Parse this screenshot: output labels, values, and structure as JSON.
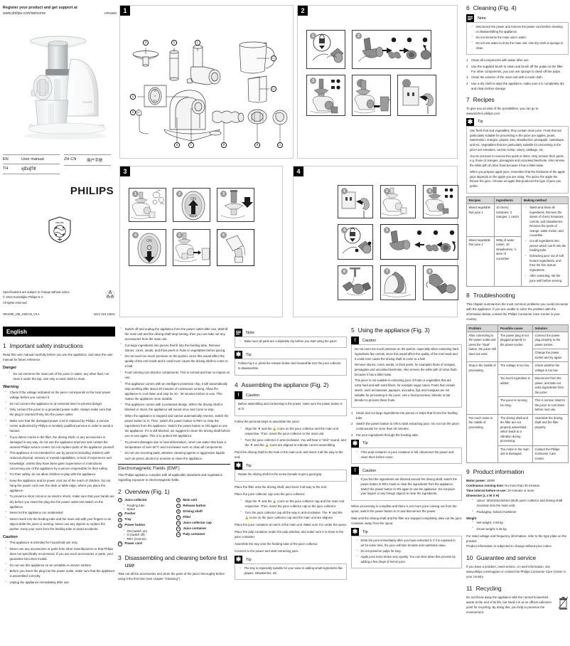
{
  "cover": {
    "register_line1": "Register your product and get support at",
    "register_url": "www.philips.com/welcome",
    "model": "HR1830",
    "brand": "PHILIPS",
    "shield_label": "PHILIPS",
    "languages": [
      {
        "code": "EN",
        "name": "User manual"
      },
      {
        "code": "TH",
        "name": "คู่มือผู้ใช้"
      },
      {
        "code": "ZH-CN",
        "name": "用户手册"
      }
    ]
  },
  "legal": {
    "line1": "Specifications are subject to change without notice",
    "line2": "© 2013 Koninklijke Philips N.V.",
    "line3": "All rights reserved.",
    "doc_code": "HR1830_UM_ASEAN_V0.1",
    "part_number": "4241 210 14521",
    "recycle_icon": "recycle-icon"
  },
  "language_banner": "English",
  "sections": {
    "s1": {
      "num": "1",
      "title": "Important safety instructions",
      "intro": "Read this user manual carefully before you use the appliance, and save the user manual for future reference.",
      "danger_heading": "Danger",
      "danger_items": [
        "Do not immerse the main unit of the juicer in water, any other fluid, nor rinse it under the tap. Use only a moist cloth to clean."
      ],
      "warning_heading": "Warning",
      "warning_items": [
        "Check if the voltage indicated on the juicer corresponds to the local power voltage before you connect it.",
        "Do not connect the appliance to an external timer to prevent danger.",
        "Only connect the juicer to a grounded power outlet. Always make sure that the plug is inserted firmly into the power outlet.",
        "Make sure that the damaged power cord is replaced by Philips, a service center authorized by Philips or similarly qualified persons in order to avoid a hazard.",
        "If you detect cracks in the filter, the driving shaft, or any accessories is damaged in any way, do not use the appliance anymore and contact the nearest Philips service center. Do not replace parts of the appliance yourself.",
        "This appliance is not intended for use by persons (including children) with reduced physical, sensory or mental capabilities, or lack of experience and knowledge, unless they have been given supervision or instructions concerning use of the appliance by a person responsible for their safety.",
        "For their safety, do not allow children to play with the appliance.",
        "Keep the appliance and its power cord out of the reach of children. Do not hang the power cord over the desk or table edge, where you place the appliance.",
        "To prevent a short circuit or an electric shock, make sure that your hands are dry before you insert the plug into the power outlet and switch on the appliance.",
        "Never let the appliance run unattended.",
        "Never reach into the feeding tube and the main unit with your fingers or an object while the juicer is running. Never use any objects to replace the pusher. Keep your eyes from the feeding tube to avoid accidents."
      ],
      "caution_heading": "Caution",
      "caution_items": [
        "This appliance is intended for household use only.",
        "Never use any accessories or parts from other manufacturers or that Philips does not specifically recommend. If you use such accessories or parts, your guarantee becomes invalid.",
        "Do not use this appliance on an unstable or uneven surface.",
        "Before you insert the plug into the power outlet, make sure that the appliance is assembled correctly.",
        "Unplug the appliance immediately after use.",
        "Switch off and unplug the appliance from the power outlet after use. Wait till the main unit and the driving shaft stop turning, then you can take out any accessories from the main unit.",
        "Cut large ingredients into pieces that fit into the feeding tube. Remove stones, cores, seeds, and thick peels in fruits or vegetables before juicing.",
        "Do not exert too much pressure on the pusher, since this would affect the quality of the end result and it could even cause the driving shaft to come to a halt.",
        "Food coloring can discolor components. This is normal and has no impact on use.",
        "This appliance comes with an intelligent protection chip, it will automatically stop working after about 20 minutes of continuous running. Allow the appliance to cool down and stop for 20 - 30 minutes before re-use. This makes the appliance more durable.",
        "This appliance comes with a protected design. When the driving shaft is blocked or stuck, the appliance will sound once and come to stop.",
        "When the appliance is stopped and cannot automatically reverse, switch the power button to O. Then, switch the power button to REV to clear the ingredients from the appliance. Switch the power button to ON again to use the appliance. If it is still blocked, we suggest to clean the driving shaft before you re-use again. This is to protect the appliance.",
        "To prevent damages due to heat deformation, never use water that have a temperature of over 60°C and microwave oven to clean all components.",
        "Do not use scouring pads, abrasive cleaning agents or aggressive liquids such as petrol, alcohol or acetone to clean the appliance."
      ],
      "emf_heading": "Electromagnetic Fields (EMF)",
      "emf_text": "This Philips appliance complies with all applicable standards and regulations regarding exposure to electromagnetic fields."
    },
    "s2": {
      "num": "2",
      "title": "Overview (Fig. 1)",
      "left": [
        {
          "n": "1",
          "label": "Juice collector",
          "subs": [
            "Feeding tube",
            "Spout"
          ]
        },
        {
          "n": "2",
          "label": "Pusher",
          "subs": []
        },
        {
          "n": "3",
          "label": "Tray",
          "subs": []
        },
        {
          "n": "4",
          "label": "Power button",
          "subs": [
            "ON (switch on)",
            "O (switch off)",
            "REV (reverse)"
          ]
        },
        {
          "n": "5",
          "label": "Power cord",
          "subs": []
        }
      ],
      "right": [
        {
          "n": "6",
          "label": "Main unit",
          "subs": []
        },
        {
          "n": "7",
          "label": "Release button",
          "subs": []
        },
        {
          "n": "8",
          "label": "Driving shaft",
          "subs": []
        },
        {
          "n": "9",
          "label": "Filter",
          "subs": []
        },
        {
          "n": "10",
          "label": "Juice collector cap",
          "subs": []
        },
        {
          "n": "11",
          "label": "Juice container",
          "subs": []
        },
        {
          "n": "12",
          "label": "Pulp container",
          "subs": []
        }
      ]
    },
    "s3": {
      "num": "3",
      "title": "Disassembling and cleaning before first use",
      "text": "Take out all the accessories and clean the parts of the juicer thoroughly before using it the first time (see chapter \"Cleaning\").",
      "note_title": "Note",
      "note_items": [
        "Make sure all parts are completely dry before you start using the juicer."
      ],
      "tip_title": "Tip",
      "tip_items": [
        "Follow Fig 4-4, press the release button and meanwhile turn the juice collector to disassemble."
      ]
    },
    "s4": {
      "num": "4",
      "title": "Assembling the appliance (Fig. 2)",
      "caution_title": "Caution",
      "caution_items": [
        "Before assembling and connecting to the power, make sure the power button is at O."
      ],
      "lead": "Follow the pictorial steps to assemble the juicer.",
      "bullets1": [
        "Align the ▼ and the 🔒 icons on the juice collector and the main unit respective. Then, insert the juice collector to the main unit.",
        "Turn the juice collector in anti-clockwise. You will hear a \"click\" sound, and the ▼ and the 🔓 icons are aligned to indicate correct assembling."
      ],
      "steps": [
        "Point the driving shaft to the hole in the main unit, and insert it all the way to the end.",
        "Place the filter onto the driving shaft, and insert it all way to the end.",
        "Place the juice collector cap onto the juice collector:"
      ],
      "tip1_title": "Tip",
      "tip1_items": [
        "Rotate the driving shaft for the screw threads to get a good grip."
      ],
      "bullets2": [
        "Align the ▼ and the 🔒 icons on the juice collector cap and the main unit respective. Then, insert the juice collector cap to the juice collector.",
        "Turn the juice collector cap all the way in anti-clockwise. The ▼ and the 🔓 icons on the juice collector cap and the main unit are aligned."
      ],
      "steps2": [
        "Place the juice container at notch of the main unit. Make sure it is under the spout.",
        "Place the pulp container under the pulp window, and make sure it is close to the juice container.",
        "Assemble the tray onto the feeding tube of the juice collector.",
        "Connect to the power and start extracting juice."
      ],
      "tip2_title": "Tip",
      "tip2_items": [
        "The tray is especially suitable for your ease in adding small ingredients like grapes, strawberries, etc."
      ]
    },
    "s5": {
      "num": "5",
      "title": "Using the appliance (Fig. 3)",
      "caution1_title": "Caution",
      "caution1_items": [
        "Do not exert too much pressure on the pusher, especially when extracting hard ingredients like carrots, since this would affect the quality of the end result and it could even cause the driving shaft to come to a halt.",
        "Remove stones, cores, seeds, or thick peels, for examples those of oranges, pineapples and uncooked beetroots. Also remove the white pith of citrus fruits because it has a bitter taste.",
        "This juicer is not suitable in extracting juice of fruits or vegetables that are extra hard and with extra fibers, for example sugar canes. Fruits that contain starch, such as bananas, papayas, avocados, figs and mangoes are not suitable for processing in the juicer. Use a food processor, blender or bar blender to process these fruits."
      ],
      "steps": [
        "Clean and cut large ingredients into pieces or strips that fit into the feeding tube.",
        "Switch the power button to ON to start extracting juice. Do not run the juicer continuously for more than 20 minutes.",
        "Put your ingredients through the feeding tube."
      ],
      "tip1_title": "Tip",
      "tip1_items": [
        "If the pulp container or juice container is full, disconnect the power and clean them before reuse."
      ],
      "caution2_title": "Caution",
      "caution2_items": [
        "If you find the ingredients are blocked around the driving shaft, switch the power button to REV mode to clear the ingredients from the appliance. Switch the power button to ON again to use the appliance. Do not place your fingers or any foreign objects to clear the ingredients."
      ],
      "steps2": [
        "When processing is complete and there is not more juice coming out from the spout, switch the power button to O and disconnect the power.",
        "Wait until the driving shaft and the filter are stopped completely, take out the juice container away from the spout."
      ],
      "tip2_title": "Tip",
      "tip2_items": [
        "Drink the juice immediately after you have extracted it. If it is exposed to air for some time, the juice will lose its taste and nutritional value.",
        "Do not preserve pulps for long.",
        "Apple juice turns brown very quickly. You can slow down this process by adding a few drops of lemon juice."
      ]
    },
    "s6": {
      "num": "6",
      "title": "Cleaning (Fig. 4)",
      "note_title": "Note",
      "note_items": [
        "Disconnect the power and remove the power cord before cleaning or disassembling the appliance.",
        "Do not immerse the main unit in water.",
        "Do not use water to rinse the main unit. Use dry cloth or sponge to clean."
      ],
      "steps": [
        "Clean all components with water after use.",
        "Use the supplied brush to clean and brush off the pulps on the filter. For other components, you can use sponge to clean off the pulps.",
        "Clean the exterior of the main unit with a moist cloth.",
        "Use a dry cloth to wipe the appliance, make sure it is completely dry and clean before storage."
      ]
    },
    "s7": {
      "num": "7",
      "title": "Recipes",
      "intro": "To give you an idea of the possibilities, you can go to www.kitchen.philips.com.",
      "tip_title": "Tip",
      "tip_items": [
        "Use fresh fruit and vegetables; they contain more juice. Fruits that are particularly suitable for processing in the juicer are apples, pears, watermelon, oranges, grapes, kiwi, strawberries, pineapple, cantaloupe, and etc. Vegetables that are particularly suitable for processing in the juicer are tomatoes, carrots, turnip, celery, cabbage, etc.",
        "You do not have to remove thin peels or skins. Only remove thick peels, e.g. those of oranges, pineapples and uncooked beetroots. Also remove the white pith of citrus fruits because it has a bitter taste.",
        "When you prepare apple juice, remember that the thickness of the apple juice depends on the apple you are using. The juicier the apple the thinner the juice. Choose an apple that produces the type of juice you prefer."
      ],
      "table": {
        "headers": [
          "Recipes",
          "Ingredients",
          "Making method"
        ],
        "rows": [
          {
            "recipe": "Mixed vegetable fruit juice 1",
            "ingredients": "10 cherry tomatoes, 3 oranges, 1 carrot"
          },
          {
            "recipe": "Mixed vegetable fruit juice 2",
            "ingredients": "500g of water melon, 10 strawberries, ½ stem of cucumber"
          }
        ],
        "method_items": [
          "Wash and clean all ingredients. Remove the stems of cherry tomatoes, carrots, and strawberries. Remove the peels of orange, water melon, and cucumber.",
          "Cut all ingredients into pieces which can fit into the feeding tube.",
          "Extracting juice out of soft texture ingredients, and then the firm texture ingredients.",
          "After extracting, stir the juice well before serving."
        ]
      }
    },
    "s8": {
      "num": "8",
      "title": "Troubleshooting",
      "intro": "This chapter summarizes the most common problems you could encounter with the appliance. If you are unable to solve the problem with the information below, contact the Philips Consumer Care Center in your country.",
      "table": {
        "headers": [
          "Problem",
          "Possible cause",
          "Solution"
        ],
        "rows": [
          {
            "problem": "After connecting to the power outlet and press the \"Start\" button, the juicer still does not work.",
            "cause": "The power plug is not plugged properly to the power socket.",
            "solution": "Connect the power plug properly to the power socket."
          },
          {
            "problem": "",
            "cause": "",
            "solution": "Change the power socket and try again."
          },
          {
            "problem": "Stop in the middle of processing.",
            "cause": "The voltage is too low.",
            "solution": "Check whether the voltage is too low."
          },
          {
            "problem": "",
            "cause": "Too much ingredient is added.",
            "solution": "Disconnect from the power, and take out extra ingredients from the juicer."
          },
          {
            "problem": "",
            "cause": "The juicer is running too long.",
            "solution": "This is normal. Wait for the juicer to cool down before next use."
          },
          {
            "problem": "Too much noise in the middle of processing.",
            "cause": "The driving shaft and the filter are not properly assembled, which leads to a vibration during processing.",
            "solution": "Assemble the driving shaft and the filter properly."
          },
          {
            "problem": "",
            "cause": "The motor in the main unit is damaged.",
            "solution": "Contact the Philips Consumer Care Center."
          }
        ]
      }
    },
    "s9": {
      "num": "9",
      "title": "Product information",
      "rows": [
        {
          "label": "Motor power:",
          "value": " 150W"
        },
        {
          "label": "Continuous running time:",
          "value": " No more than 20 minutes"
        },
        {
          "label": "Time interval before re-use:",
          "value": " 20 minutes or more"
        },
        {
          "label": "Dimension (L x W X H)",
          "value": ""
        }
      ],
      "dim_items": [
        "Juicer: 303x164x344mm (Both juicer collector and driving shaft mounted onto the main unit)",
        "Packaging: 418x217x284mm"
      ],
      "weight_label": "Weight",
      "weight_items": [
        "Net weight: 4.06 kg",
        "Gross weight: 5.25 kg"
      ],
      "footer1": "For rated voltage and frequency information, refer to the type plate on the product.",
      "footer2": "Product information is subjected to change without prior notice."
    },
    "s10": {
      "num": "10",
      "title": "Guarantee and service",
      "text": "If you have a problem, need service, or need information, see www.philips.com/support or contact the Philips Consumer Care Center in your country."
    },
    "s11": {
      "num": "11",
      "title": "Recycling",
      "text": "Do not throw away the appliance with the normal household waste at the end of its life, but hand it in at an official collection point for recycling. By doing this, you help to preserve the environment.",
      "icon": "crossed-out-wheelie-bin-icon"
    }
  },
  "figures": {
    "fig1": {
      "label": "1",
      "callouts": [
        "1",
        "2",
        "3",
        "4",
        "5",
        "6",
        "7",
        "8",
        "9",
        "10",
        "11",
        "12"
      ]
    },
    "fig2": {
      "label": "2",
      "steps": [
        "1",
        "2",
        "3"
      ]
    },
    "fig3": {
      "label": "3",
      "steps": [
        "1",
        "2",
        "3",
        "4",
        "5",
        "6"
      ],
      "button_labels": [
        "ON",
        "O",
        "REV"
      ]
    },
    "fig4": {
      "label": "4",
      "steps": [
        "1",
        "2",
        "3",
        "4",
        "5",
        "6",
        "7",
        "8"
      ]
    }
  },
  "colors": {
    "banner_black": "#000000",
    "table_header_gray": "#d7d7d7",
    "step_badge_gray": "#9a9a9a",
    "border_gray": "#b9b9b9"
  }
}
